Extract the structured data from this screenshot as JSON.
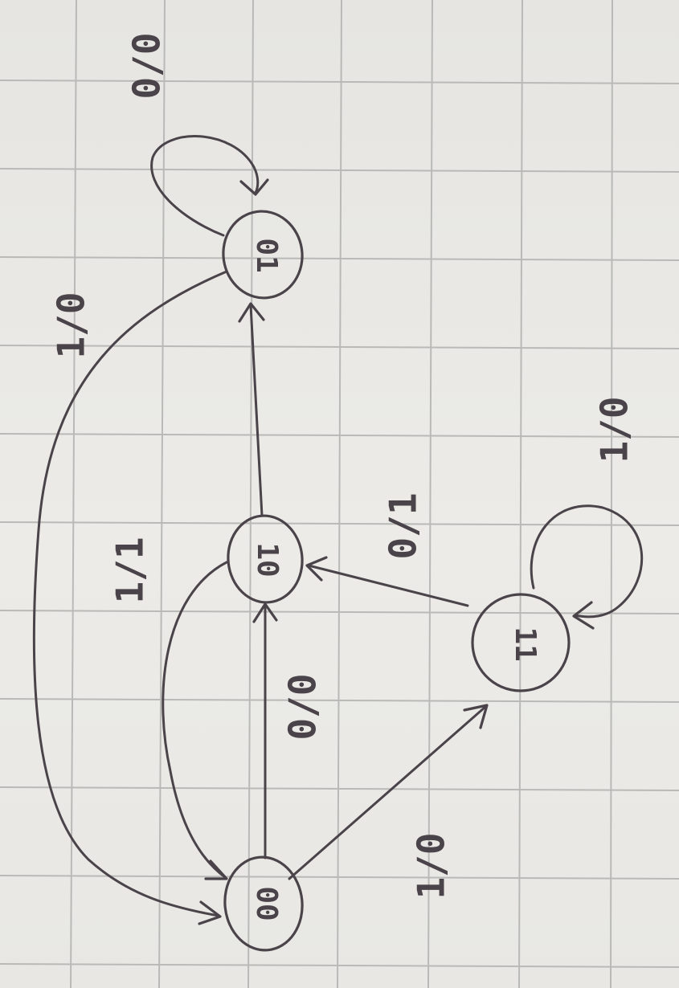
{
  "diagram": {
    "type": "state-machine",
    "states": [
      {
        "id": "s00",
        "label": "00"
      },
      {
        "id": "s10",
        "label": "10"
      },
      {
        "id": "s01",
        "label": "01"
      },
      {
        "id": "s11",
        "label": "11"
      }
    ],
    "transitions": [
      {
        "id": "t-01-01",
        "from": "01",
        "to": "01",
        "label": "0/0"
      },
      {
        "id": "t-01-00",
        "from": "01",
        "to": "00",
        "label": "1/0"
      },
      {
        "id": "t-10-01",
        "from": "10",
        "to": "01",
        "label": ""
      },
      {
        "id": "t-10-00",
        "from": "10",
        "to": "00",
        "label": "1/1"
      },
      {
        "id": "t-00-10",
        "from": "00",
        "to": "10",
        "label": "0/0"
      },
      {
        "id": "t-00-11",
        "from": "00",
        "to": "11",
        "label": "1/0"
      },
      {
        "id": "t-11-10",
        "from": "11",
        "to": "10",
        "label": "0/1"
      },
      {
        "id": "t-11-11",
        "from": "11",
        "to": "11",
        "label": "1/0"
      }
    ]
  }
}
